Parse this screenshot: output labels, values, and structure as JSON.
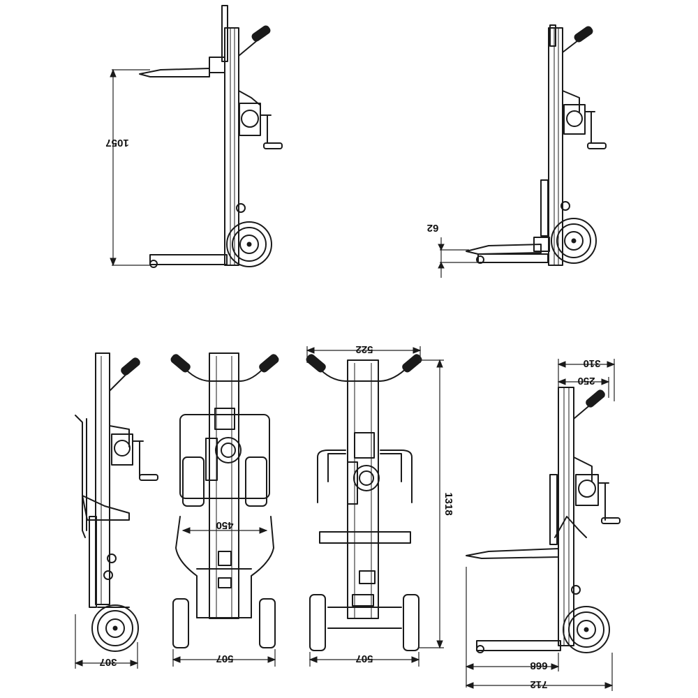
{
  "colors": {
    "line": "#1a1a1a",
    "background": "#ffffff"
  },
  "views": {
    "side_raised": {
      "height_dim": "1057"
    },
    "side_lowered": {
      "fork_height_dim": "62"
    },
    "side_folded": {
      "depth_dim": "307"
    },
    "front_folded": {
      "inner_width_dim": "450",
      "wheel_width_dim": "507"
    },
    "front_open": {
      "top_width_dim": "522",
      "overall_height_dim": "1318",
      "wheel_width_dim": "507"
    },
    "side_dimensioned": {
      "handle_dim_outer": "310",
      "handle_dim_inner": "250",
      "fork_length_dim": "668",
      "overall_length_dim": "712"
    }
  }
}
